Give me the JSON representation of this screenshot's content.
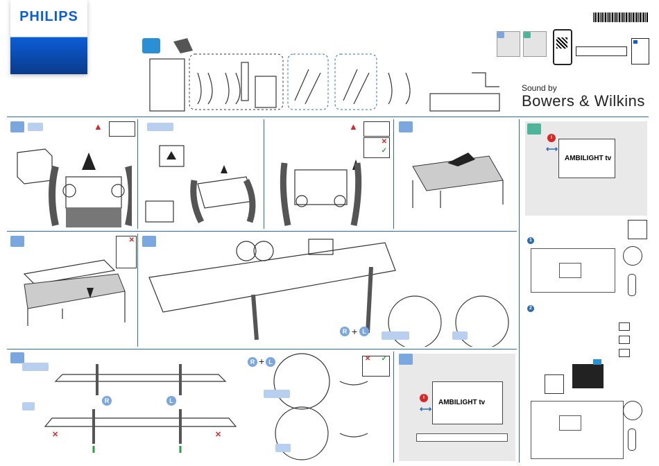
{
  "brand": {
    "logo_text": "PHILIPS"
  },
  "partner": {
    "sound_by": "Sound by",
    "name": "Bowers & Wilkins"
  },
  "ambilight": {
    "label_tv_mount": "AMBILIGHT tv",
    "label_tv_stand": "AMBILIGHT tv"
  },
  "markers": {
    "right": "R",
    "left": "L",
    "plus": "+",
    "info": "i",
    "num1": "1",
    "num2": "2"
  },
  "icons": {
    "warning": "warning-triangle-icon",
    "cross": "✕",
    "check": "✓",
    "arrow_up": "↑"
  },
  "colors": {
    "accent": "#2b6cb0",
    "step_blue": "#7aa7e0",
    "step_green": "#4fb59a",
    "red": "#d62828",
    "green": "#2e9e44"
  }
}
